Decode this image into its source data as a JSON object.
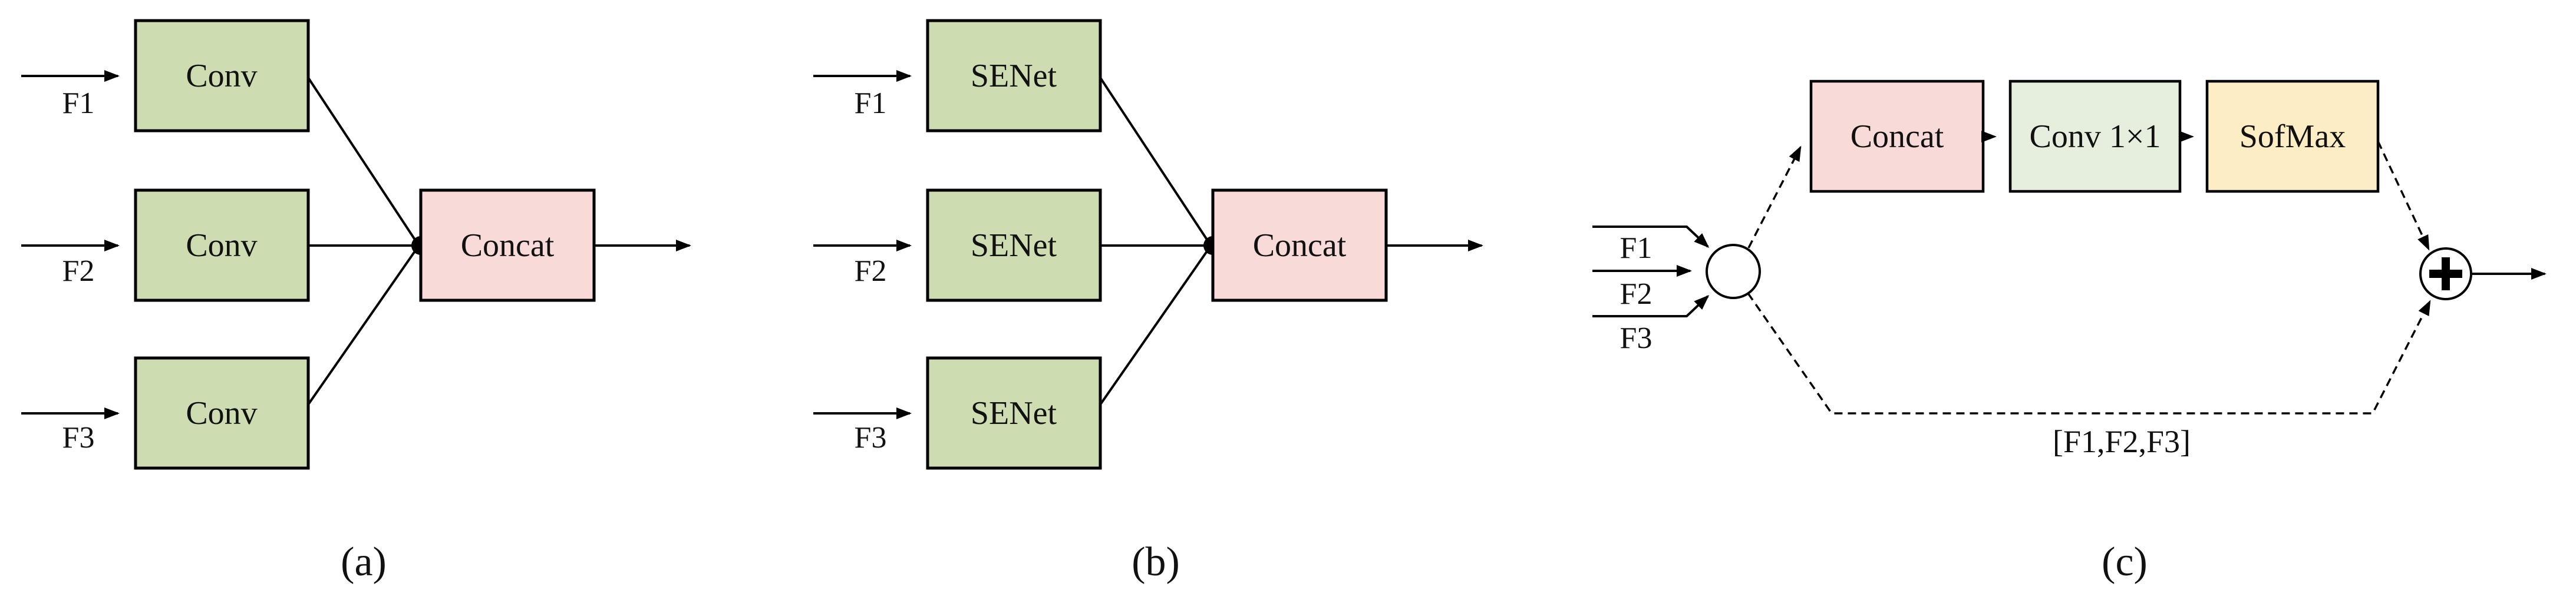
{
  "colors": {
    "block_green": "#cedcb2",
    "block_pink": "#f8dbd9",
    "block_green_light": "#e6efde",
    "block_yellow": "#fcedc4",
    "line": "#000000",
    "background": "#ffffff"
  },
  "panel_a": {
    "caption": "(a)",
    "inputs": [
      "F1",
      "F2",
      "F3"
    ],
    "blocks": [
      "Conv",
      "Conv",
      "Conv"
    ],
    "merge": "Concat"
  },
  "panel_b": {
    "caption": "(b)",
    "inputs": [
      "F1",
      "F2",
      "F3"
    ],
    "blocks": [
      "SENet",
      "SENet",
      "SENet"
    ],
    "merge": "Concat"
  },
  "panel_c": {
    "caption": "(c)",
    "inputs": [
      "F1",
      "F2",
      "F3"
    ],
    "pipeline": [
      "Concat",
      "Conv 1×1",
      "SofMax"
    ],
    "skip_label": "[F1,F2,F3]",
    "add_symbol": "+"
  }
}
